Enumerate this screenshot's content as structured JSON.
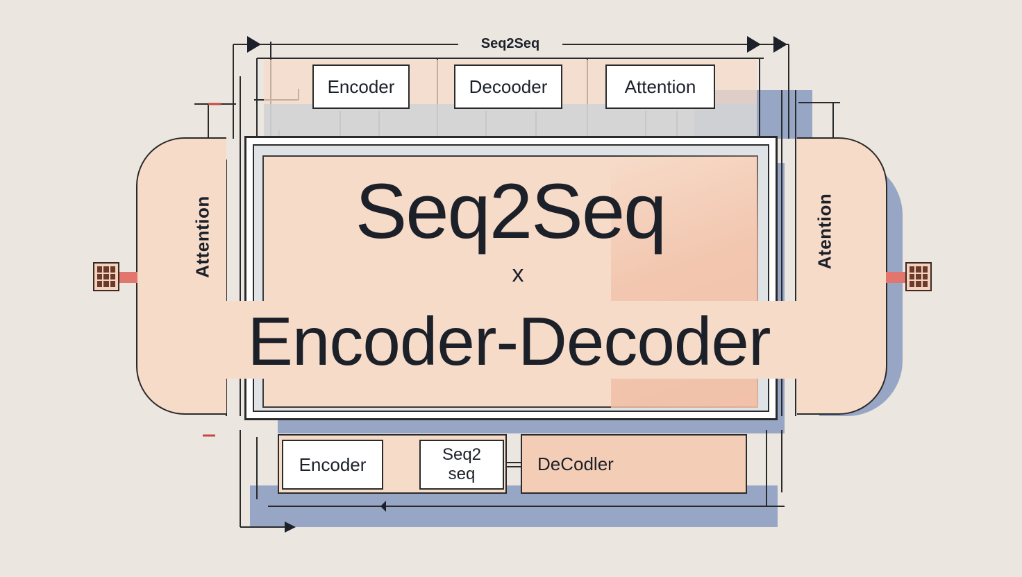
{
  "top": {
    "label": "Seq2Seq",
    "boxes": [
      "Encoder",
      "Decooder",
      "Attention"
    ]
  },
  "main": {
    "title": "Seq2Seq",
    "separator": "x",
    "subtitle": "Encoder-Decoder"
  },
  "side": {
    "left": "Attention",
    "right": "Atention"
  },
  "bottom": {
    "encoder": "Encoder",
    "seq_line1": "Seq2",
    "seq_line2": "seq",
    "decoder": "DeCodler"
  },
  "colors": {
    "background": "#ebe6e0",
    "panel": "#f7dbc9",
    "shadow": "#97a6c4",
    "ink": "#1c2029",
    "accent_red": "#e2766f"
  }
}
